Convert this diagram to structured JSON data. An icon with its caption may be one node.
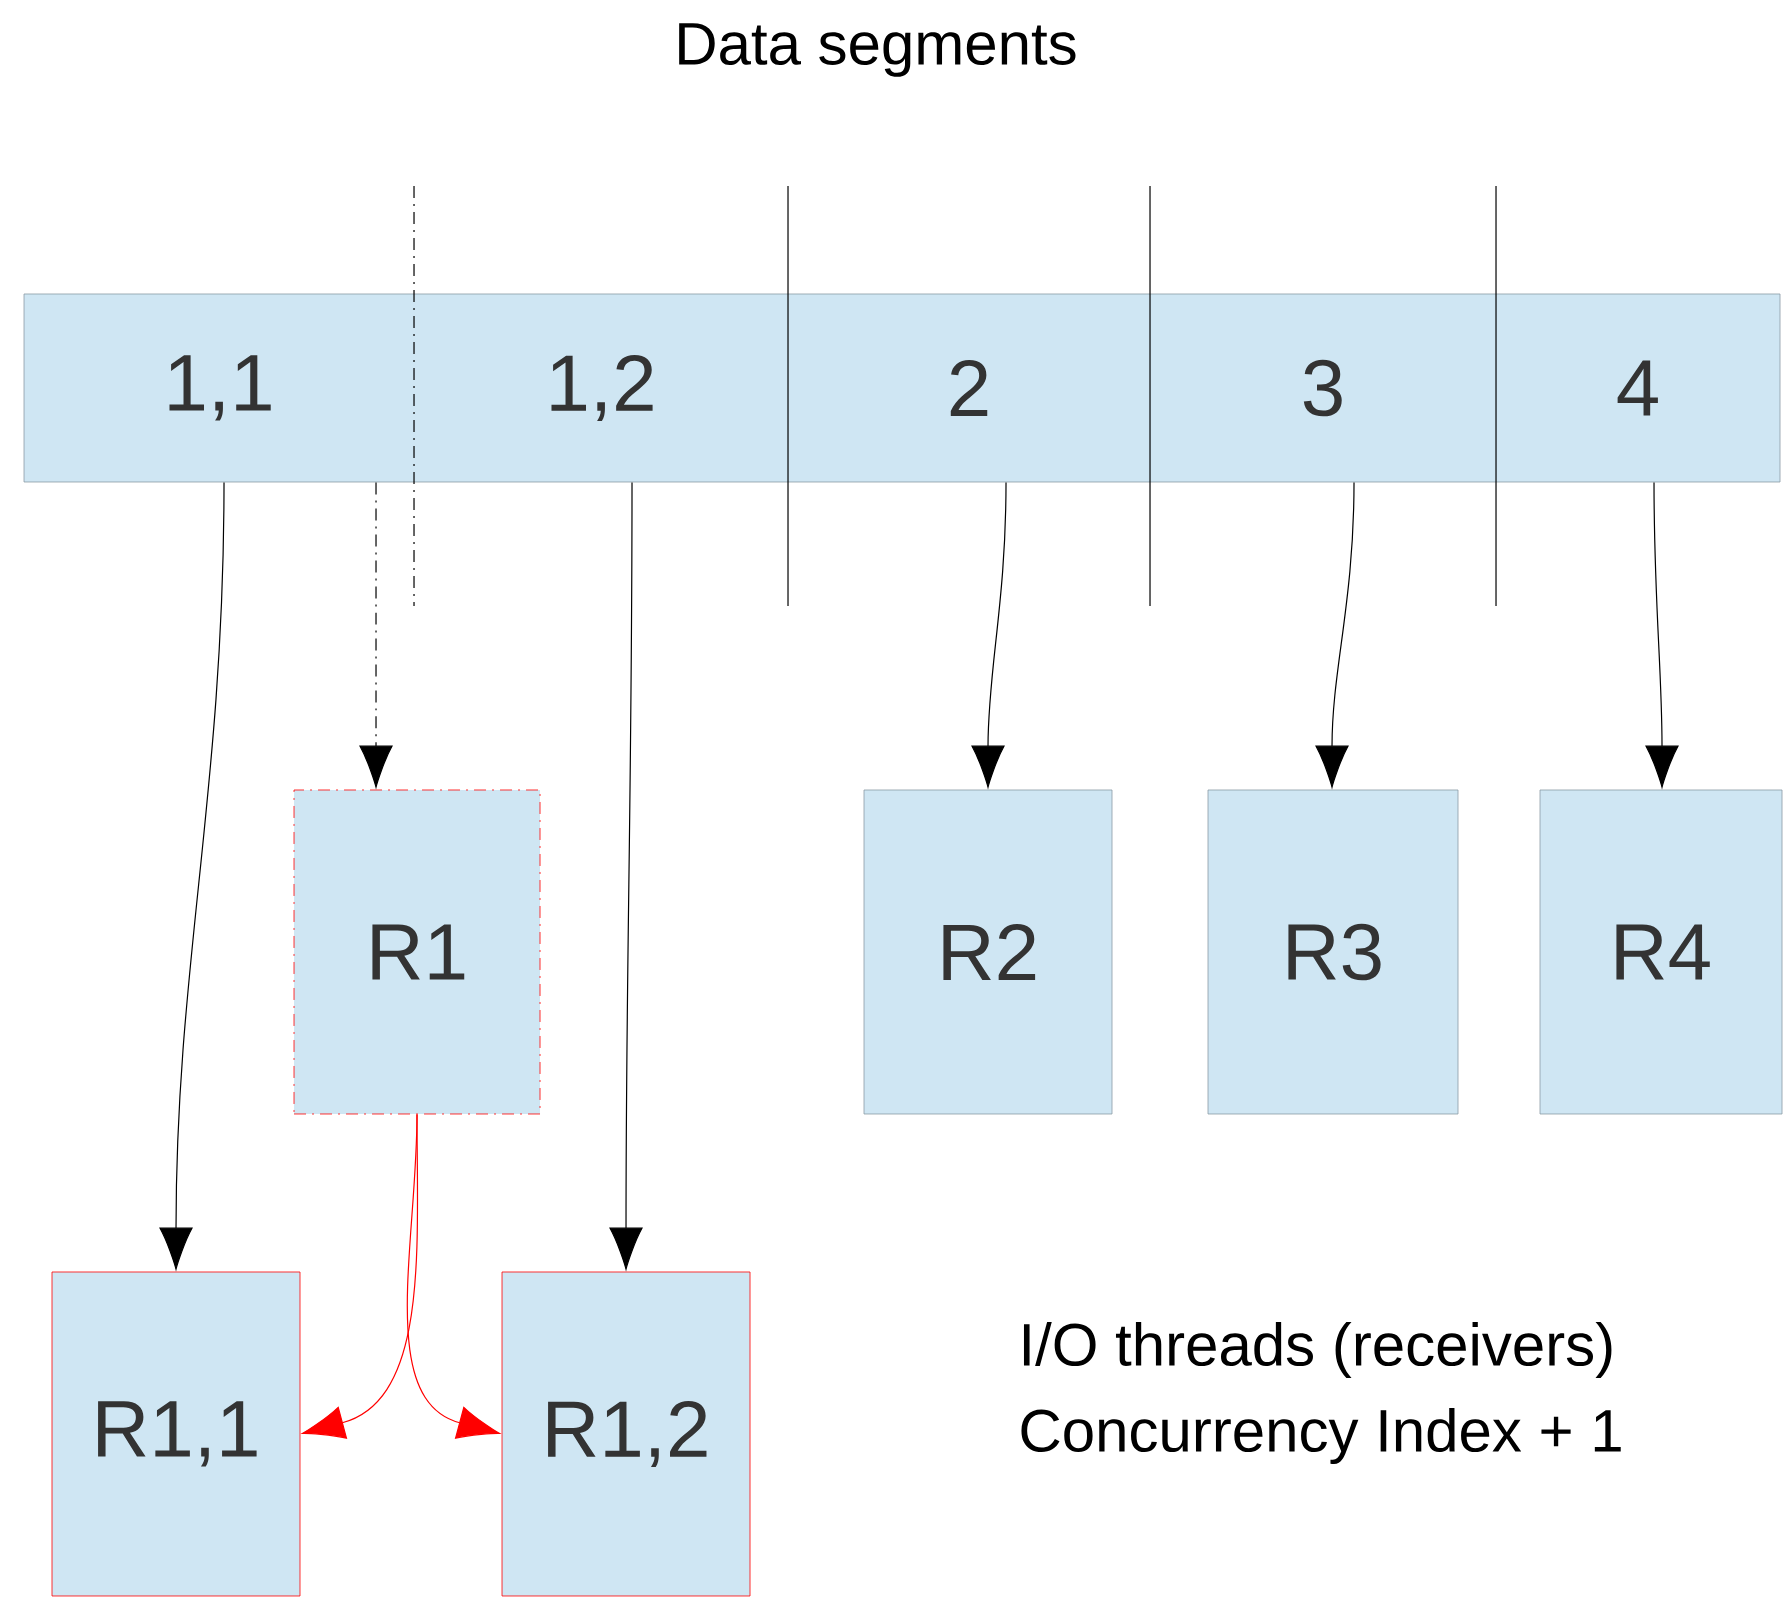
{
  "diagram": {
    "title": "Data segments",
    "nodes": [
      {
        "text": [
          "1,1"
        ]
      },
      {
        "text": [
          "1,2"
        ]
      },
      {
        "text": [
          "2"
        ]
      },
      {
        "text": [
          "3"
        ]
      },
      {
        "text": [
          "4"
        ]
      },
      {
        "text": [
          "R1"
        ]
      },
      {
        "text": [
          "R2"
        ]
      },
      {
        "text": [
          "R3"
        ]
      },
      {
        "text": [
          "R4"
        ]
      },
      {
        "text": [
          "R1,1"
        ]
      },
      {
        "text": [
          "R1,2"
        ]
      }
    ],
    "edges": [
      {
        "from": 0,
        "to": 9,
        "arrow": "to"
      },
      {
        "from": 0,
        "to": 5,
        "arrow": "to",
        "style": "dashed"
      },
      {
        "from": 1,
        "to": 10,
        "arrow": "to"
      },
      {
        "from": 2,
        "to": 6,
        "arrow": "to"
      },
      {
        "from": 3,
        "to": 7,
        "arrow": "to"
      },
      {
        "from": 4,
        "to": 8,
        "arrow": "to"
      },
      {
        "from": 5,
        "to": 9,
        "arrow": "to",
        "color": "#ff0000"
      },
      {
        "from": 5,
        "to": 10,
        "arrow": "to",
        "color": "#ff0000"
      }
    ],
    "labels": [
      "I/O threads (receivers)",
      "Concurrency Index + 1"
    ]
  }
}
